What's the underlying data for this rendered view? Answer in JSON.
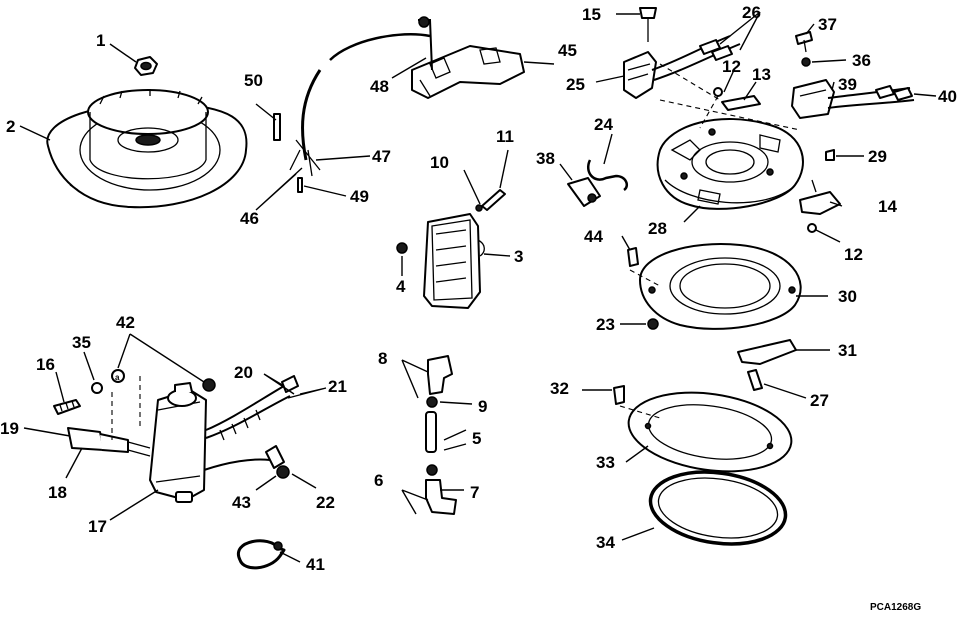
{
  "figure_id": "PCA1268G",
  "callouts": {
    "c1": "1",
    "c2": "2",
    "c3": "3",
    "c4": "4",
    "c5": "5",
    "c6": "6",
    "c7": "7",
    "c8": "8",
    "c9": "9",
    "c10": "10",
    "c11": "11",
    "c12a": "12",
    "c12b": "12",
    "c13": "13",
    "c14": "14",
    "c15": "15",
    "c16": "16",
    "c17": "17",
    "c18": "18",
    "c19": "19",
    "c20": "20",
    "c21": "21",
    "c22": "22",
    "c23": "23",
    "c24": "24",
    "c25": "25",
    "c26": "26",
    "c27": "27",
    "c28": "28",
    "c29": "29",
    "c30": "30",
    "c31": "31",
    "c32": "32",
    "c33": "33",
    "c34": "34",
    "c35": "35",
    "c36": "36",
    "c37": "37",
    "c38": "38",
    "c39": "39",
    "c40": "40",
    "c41": "41",
    "c42": "42",
    "c43": "43",
    "c44": "44",
    "c45": "45",
    "c46": "46",
    "c47": "47",
    "c48": "48",
    "c49": "49",
    "c50": "50"
  }
}
